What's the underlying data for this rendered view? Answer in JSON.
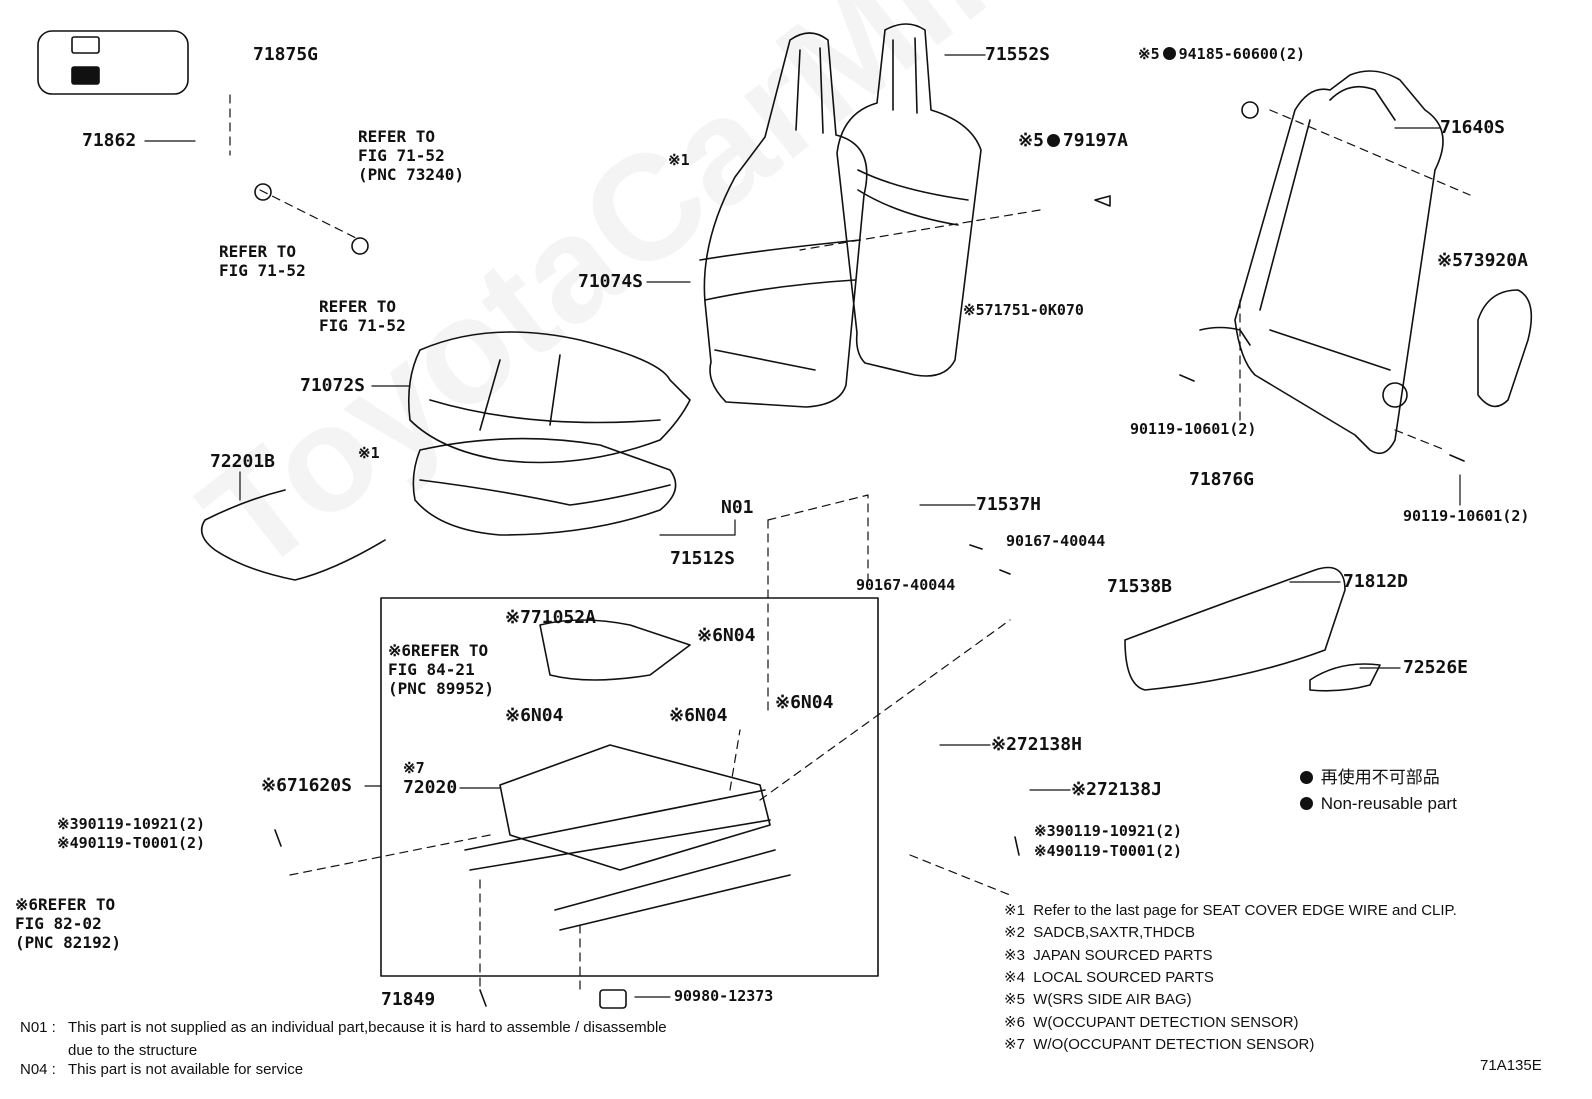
{
  "watermark": "ToyotaCarMine.ru",
  "parts": {
    "p71875G": "71875G",
    "p71862": "71862",
    "p71552S": "71552S",
    "p71074S": "71074S",
    "p71640S": "71640S",
    "p94185": "94185-60600(2)",
    "p79197A": "79197A",
    "p71751": "71751-0K070",
    "p73920A": "73920A",
    "p90119_a": "90119-10601(2)",
    "p90119_b": "90119-10601(2)",
    "p71072S": "71072S",
    "p72201B": "72201B",
    "pN01": "N01",
    "p71512S": "71512S",
    "p71537H": "71537H",
    "p90167_a": "90167-40044",
    "p90167_b": "90167-40044",
    "p71538B": "71538B",
    "p71876G": "71876G",
    "p71812D": "71812D",
    "p72526E": "72526E",
    "p71052A": "71052A",
    "pN04_a": "N04",
    "pN04_b": "N04",
    "pN04_c": "N04",
    "pN04_d": "N04",
    "p71620S": "71620S",
    "p72020": "72020",
    "p72138H": "72138H",
    "p72138J": "72138J",
    "p90119_10921_l": "90119-10921(2)",
    "p90119_T0001_l": "90119-T0001(2)",
    "p90119_10921_r": "90119-10921(2)",
    "p90119_T0001_r": "90119-T0001(2)",
    "p71849": "71849",
    "p90980": "90980-12373"
  },
  "marks": {
    "m1": "※1",
    "m2": "※2",
    "m3": "※3",
    "m4": "※4",
    "m5": "※5",
    "m6": "※6",
    "m7": "※7"
  },
  "refs": {
    "ref_a": "REFER TO\nFIG 71-52\n(PNC 73240)",
    "ref_b": "REFER TO\nFIG 71-52",
    "ref_c": "REFER TO\nFIG 71-52",
    "ref_d": "REFER TO\nFIG 84-21\n(PNC 89952)",
    "ref_e": "REFER TO\nFIG 82-02\n(PNC 82192)"
  },
  "legend": {
    "jp": "再使用不可部品",
    "en": "Non-reusable part"
  },
  "footnotes": [
    "Refer to the last page for SEAT COVER EDGE WIRE and CLIP.",
    "SADCB,SAXTR,THDCB",
    "JAPAN SOURCED PARTS",
    "LOCAL SOURCED PARTS",
    "W(SRS SIDE AIR BAG)",
    "W(OCCUPANT DETECTION SENSOR)",
    "W/O(OCCUPANT DETECTION SENSOR)"
  ],
  "notes": {
    "n01_key": "N01 :",
    "n01_line1": "This part is not supplied as an individual part,because it is hard to assemble / disassemble",
    "n01_line2": "due to the structure",
    "n04_key": "N04 :",
    "n04_line1": "This part is not available for service"
  },
  "figure_code": "71A135E"
}
